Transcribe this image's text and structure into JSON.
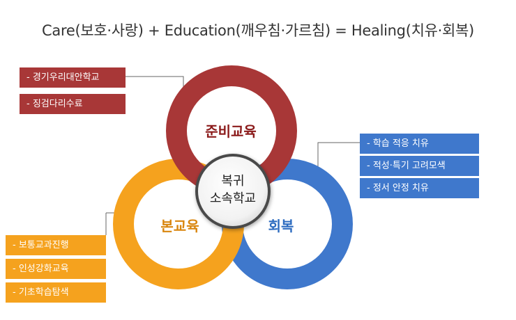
{
  "formula": "Care(보호·사랑) + Education(깨우침·가르침) = Healing(치유·회복)",
  "center": {
    "line1": "복귀",
    "line2": "소속학교"
  },
  "rings": {
    "top": {
      "label": "준비교육",
      "color": "#a83737",
      "label_color": "#8b1a1a"
    },
    "right": {
      "label": "회복",
      "color": "#3f78cc",
      "label_color": "#2e6cc0"
    },
    "left": {
      "label": "본교육",
      "color": "#f5a21e",
      "label_color": "#d9860e"
    }
  },
  "lists": {
    "top_left": [
      {
        "text": "- 경기우리대안학교"
      },
      {
        "text": "- 징검다리수료"
      }
    ],
    "right": [
      {
        "text": "- 학습 적응 치유"
      },
      {
        "text": "- 적성·특기 고려모색"
      },
      {
        "text": "- 정서 안정 치유"
      }
    ],
    "bottom_left": [
      {
        "text": "- 보통교과진행"
      },
      {
        "text": "- 인성강화교육"
      },
      {
        "text": "- 기초학습탐색"
      }
    ]
  }
}
